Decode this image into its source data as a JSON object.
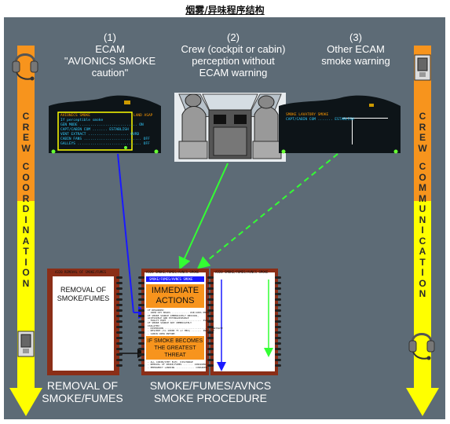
{
  "title": "烟雾/异味程序结构",
  "columns": [
    {
      "number": "(1)",
      "lines": [
        "ECAM",
        "\"AVIONICS SMOKE",
        "caution\""
      ]
    },
    {
      "number": "(2)",
      "lines": [
        "Crew (cockpit or cabin)",
        "perception without",
        "ECAM warning"
      ]
    },
    {
      "number": "(3)",
      "lines": [
        "Other ECAM",
        "smoke warning"
      ]
    }
  ],
  "left_bar_text": "CREW COORDINATION",
  "right_bar_text": "CREW COMMUNICATION",
  "ecam1": {
    "title": "AVIONICS SMOKE",
    "side": "LAND ASAP",
    "lines": [
      "If perceptible smoke",
      "GEN MODE ........................... ON",
      "CAPT/CABIN COM ....... ESTABLISH",
      "VENT EXTRACT ................... OVRD",
      "CABIN FANS ........................... OFF",
      "GALLEYS .............................. OFF"
    ]
  },
  "ecam3": {
    "title": "SMOKE LAVATORY SMOKE",
    "line": "CAPT/CABIN COM ....... ESTABLISH"
  },
  "book_left": {
    "header": "A320  REMOVAL OF SMOKE/FUMES",
    "text": "REMOVAL OF SMOKE/FUMES"
  },
  "book_middle": {
    "header": "A320  SMOKE/FUMES/AVNCS SMOKE",
    "blue_banner": "SMOKE/FUMES/AVNCS SMOKE",
    "immediate": "IMMEDIATE ACTIONS",
    "small_lines": [
      "IF REQUIRED:",
      "· CREW OXY MASKS ............ USE/100% EMERG",
      "IF SMOKE SOURCE IMMEDIATELY OBVIOUS,",
      "ACCESSIBLE AND EXTINGUISHABLE",
      "· FAULTY EQPT ........................ ISOLATE",
      "IF SMOKE SOURCE NOT IMMEDIATELY",
      "ISOLATED:",
      "· DIVERSION ................................ INITIATE",
      "· DESCENT (to 10000 ft or MEA) ....... INITIATE",
      "· CABIN CREW INFORM"
    ],
    "threat": "IF SMOKE BECOMES THE GREATEST THREAT",
    "bottom_lines": [
      "· ALL CABIN/STBY ELEC. DISCHARGE",
      "· REMOVAL OF SMOKE/FUMES ....... CONSIDER",
      "· EMERGENCY LANDING ............. CONSIDER"
    ]
  },
  "book_right": {
    "header": "A320  SMOKE/FUMES/AVNCS SMOKE"
  },
  "bottom_left_label": [
    "REMOVAL OF",
    "SMOKE/FUMES"
  ],
  "bottom_right_label": [
    "SMOKE/FUMES/AVNCS",
    "SMOKE PROCEDURE"
  ],
  "colors": {
    "panel": "#5d6b76",
    "orange": "#f7941d",
    "yellow": "#ffff00",
    "book_border": "#8b2e17",
    "immediate_bg": "#f7941d",
    "blue_arrow": "#1a1aff",
    "green_arrow": "#33ff33"
  }
}
